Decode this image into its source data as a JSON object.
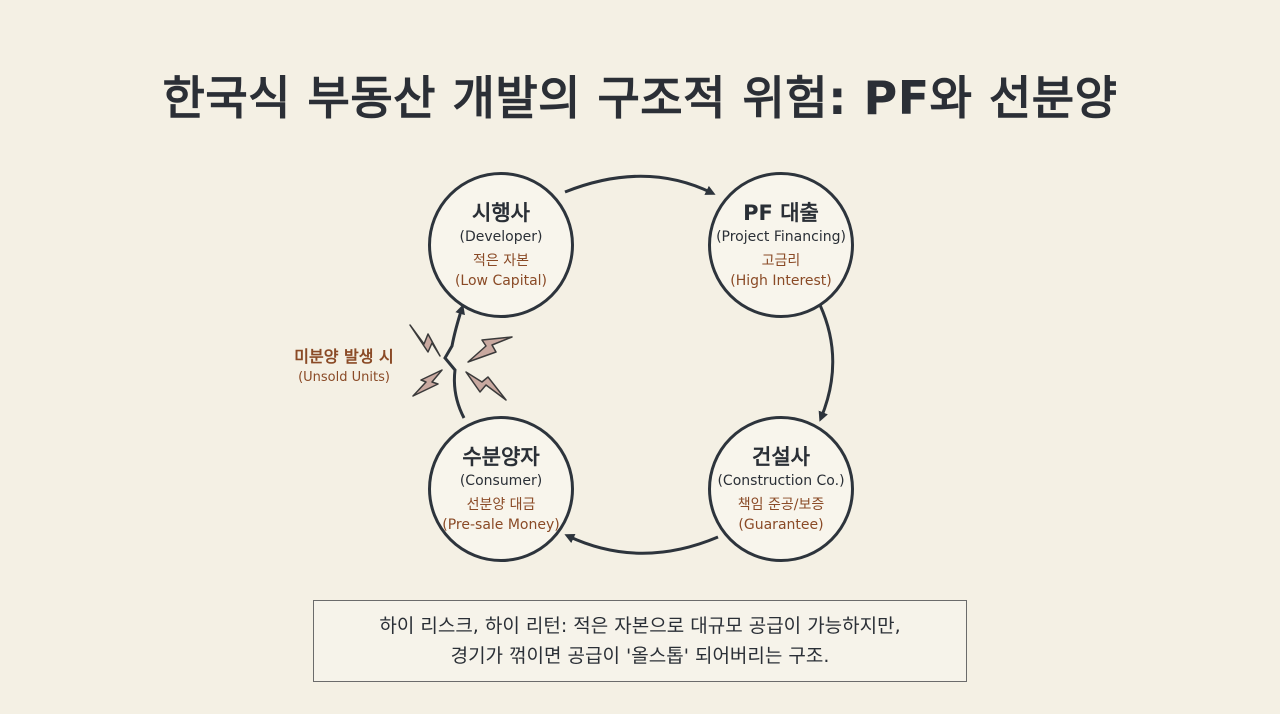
{
  "title": "한국식 부동산 개발의 구조적 위험: PF와 선분양",
  "nodes": [
    {
      "ko": "시행사",
      "en": "(Developer)",
      "tag": "적은 자본",
      "tag_en": "(Low Capital)"
    },
    {
      "ko": "PF 대출",
      "en": "(Project Financing)",
      "tag": "고금리",
      "tag_en": "(High Interest)"
    },
    {
      "ko": "건설사",
      "en": "(Construction Co.)",
      "tag": "책임 준공/보증",
      "tag_en": "(Guarantee)"
    },
    {
      "ko": "수분양자",
      "en": "(Consumer)",
      "tag": "선분양 대금",
      "tag_en": "(Pre-sale Money)"
    }
  ],
  "warning": {
    "ko": "미분양 발생 시",
    "en": "(Unsold Units)"
  },
  "note": {
    "line1": "하이 리스크, 하이 리턴: 적은 자본으로 대규모 공급이 가능하지만,",
    "line2": "경기가 꺾이면 공급이 '올스톱' 되어버리는 구조."
  },
  "colors": {
    "background": "#f4f0e4",
    "ink": "#2d343c",
    "accent": "#8a4a26",
    "bolt_fill": "#c9a9a0"
  },
  "icons": [
    "lightning-bolt-icon",
    "arrow-icon"
  ]
}
